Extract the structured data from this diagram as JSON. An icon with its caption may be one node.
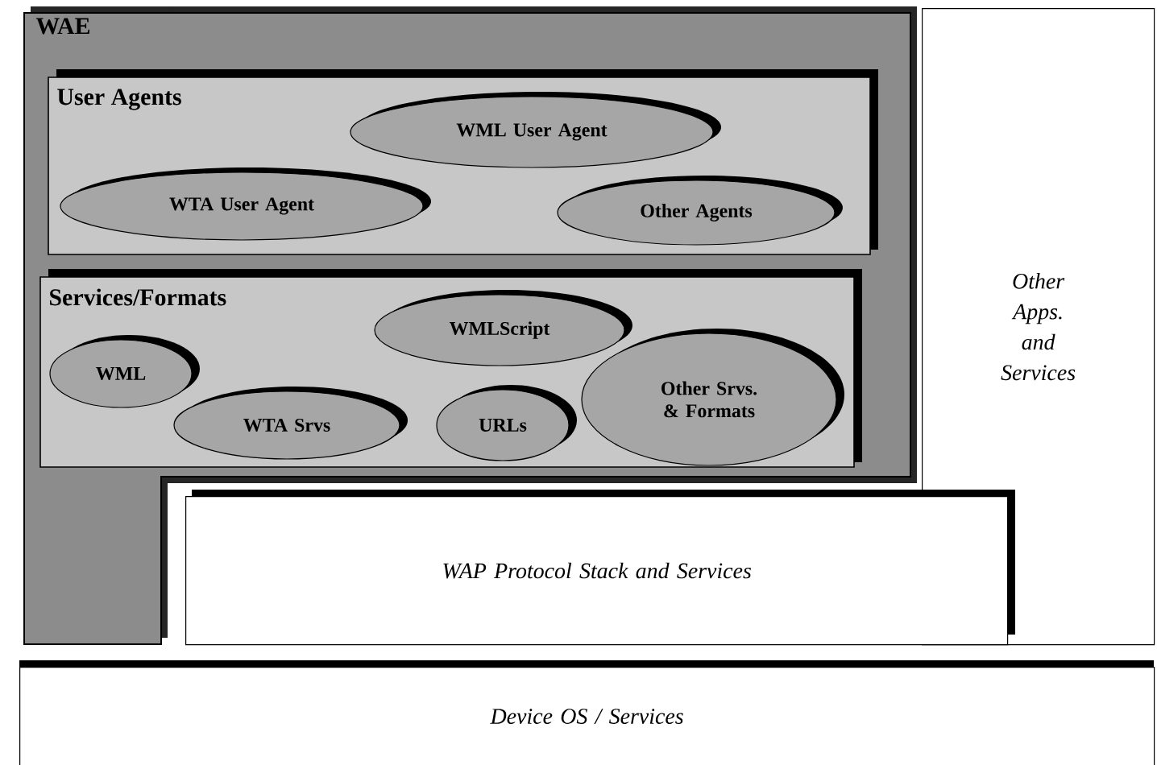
{
  "diagram": {
    "nodes": [
      {
        "text": [
          "WAE"
        ]
      },
      {
        "text": [
          "User Agents"
        ],
        "in": 0
      },
      {
        "text": [
          "WML User Agent"
        ],
        "in": 1
      },
      {
        "text": [
          "WTA User Agent"
        ],
        "in": 1
      },
      {
        "text": [
          "Other Agents"
        ],
        "in": 1
      },
      {
        "text": [
          "Services/Formats"
        ],
        "in": 0
      },
      {
        "text": [
          "WMLScript"
        ],
        "in": 5
      },
      {
        "text": [
          "WML"
        ],
        "in": 5
      },
      {
        "text": [
          "WTA Srvs"
        ],
        "in": 5
      },
      {
        "text": [
          "URLs"
        ],
        "in": 5
      },
      {
        "text": [
          "Other Srvs. & Formats"
        ],
        "in": 5
      },
      {
        "text": [
          "Other Apps. and Services"
        ]
      },
      {
        "text": [
          "WAP Protocol Stack and Services"
        ]
      },
      {
        "text": [
          "Device OS / Services"
        ]
      }
    ]
  }
}
